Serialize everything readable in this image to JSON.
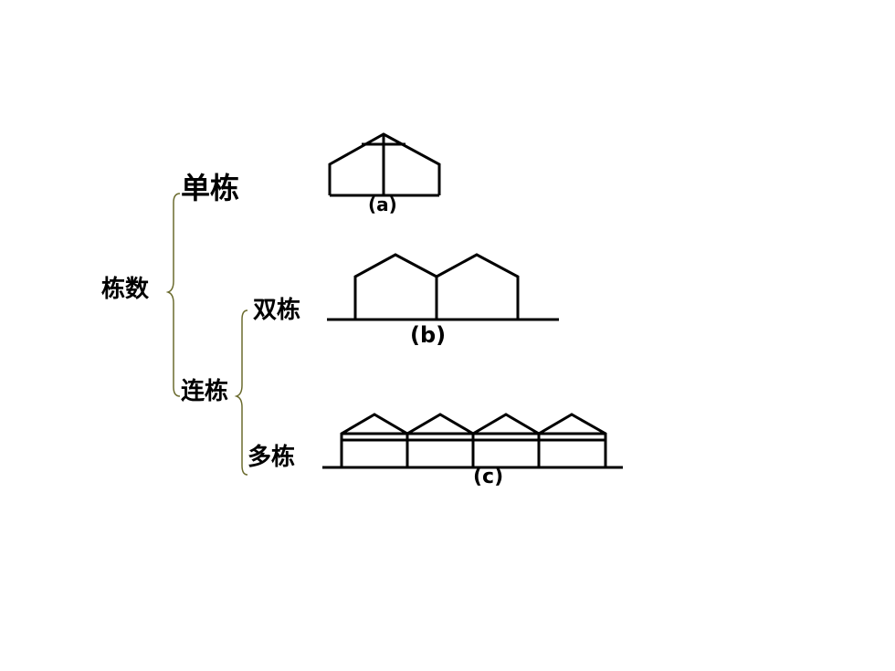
{
  "tree": {
    "root": "栋数",
    "single": "单栋",
    "multi": "连栋",
    "double": "双栋",
    "many": "多栋"
  },
  "figures": {
    "a": "(a)",
    "b": "(b)",
    "c": "(c)"
  },
  "colors": {
    "bracket": "#6b6b2e",
    "line": "#000000",
    "background": "#ffffff"
  }
}
